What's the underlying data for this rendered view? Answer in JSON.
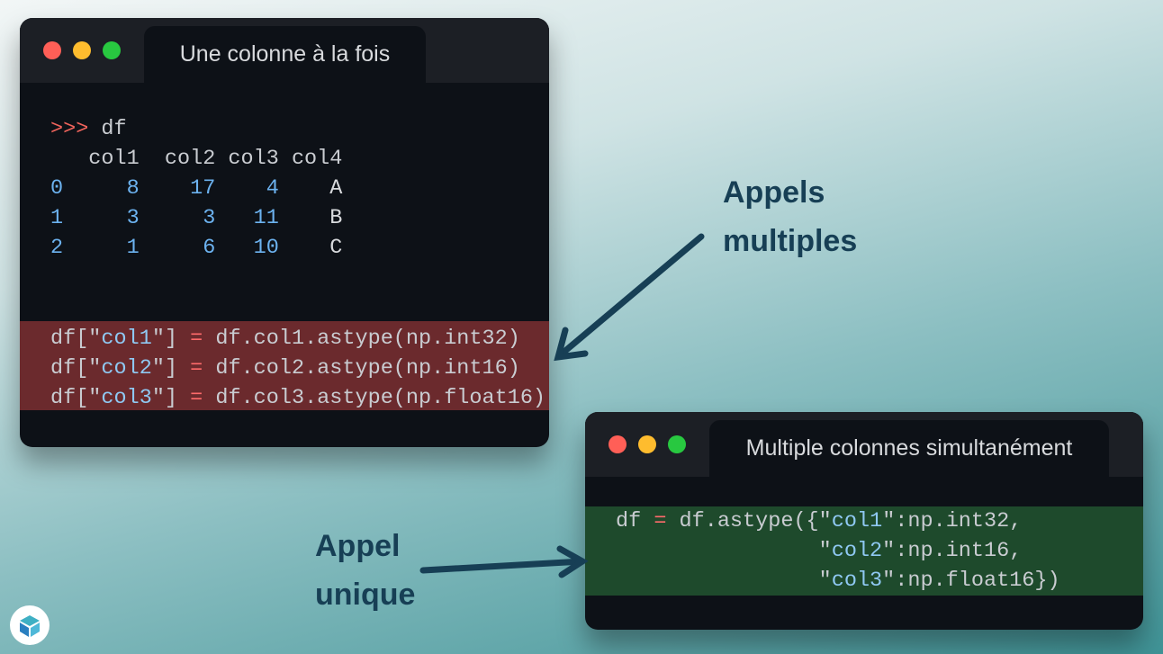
{
  "window1": {
    "title": "Une colonne à la fois",
    "prompt": ">>>",
    "command": "df",
    "table": {
      "header": "   col1  col2 col3 col4",
      "rows": [
        {
          "index": "0",
          "values": "     8    17    4    A"
        },
        {
          "index": "1",
          "values": "     3     3   11    B"
        },
        {
          "index": "2",
          "values": "     1     6   10    C"
        }
      ]
    },
    "code_lines": [
      [
        {
          "t": "df[\"",
          "c": "#c9ccd1"
        },
        {
          "t": "col1",
          "c": "#8fc8f2"
        },
        {
          "t": "\"] ",
          "c": "#c9ccd1"
        },
        {
          "t": "=",
          "c": "#ff6b6b"
        },
        {
          "t": " df.col1.astype(np.int32)",
          "c": "#c9ccd1"
        }
      ],
      [
        {
          "t": "df[\"",
          "c": "#c9ccd1"
        },
        {
          "t": "col2",
          "c": "#8fc8f2"
        },
        {
          "t": "\"] ",
          "c": "#c9ccd1"
        },
        {
          "t": "=",
          "c": "#ff6b6b"
        },
        {
          "t": " df.col2.astype(np.int16)",
          "c": "#c9ccd1"
        }
      ],
      [
        {
          "t": "df[\"",
          "c": "#c9ccd1"
        },
        {
          "t": "col3",
          "c": "#8fc8f2"
        },
        {
          "t": "\"] ",
          "c": "#c9ccd1"
        },
        {
          "t": "=",
          "c": "#ff6b6b"
        },
        {
          "t": " df.col3.astype(np.float16)",
          "c": "#c9ccd1"
        }
      ]
    ],
    "highlight_color": "#6b2a2d"
  },
  "window2": {
    "title": "Multiple colonnes simultanément",
    "code_lines": [
      [
        {
          "t": "df ",
          "c": "#c9ccd1"
        },
        {
          "t": "=",
          "c": "#ff6b6b"
        },
        {
          "t": " df.astype({\"",
          "c": "#c9ccd1"
        },
        {
          "t": "col1",
          "c": "#8fc8f2"
        },
        {
          "t": "\":np.int32,",
          "c": "#c9ccd1"
        }
      ],
      [
        {
          "t": "                \"",
          "c": "#c9ccd1"
        },
        {
          "t": "col2",
          "c": "#8fc8f2"
        },
        {
          "t": "\":np.int16,",
          "c": "#c9ccd1"
        }
      ],
      [
        {
          "t": "                \"",
          "c": "#c9ccd1"
        },
        {
          "t": "col3",
          "c": "#8fc8f2"
        },
        {
          "t": "\":np.float16})",
          "c": "#c9ccd1"
        }
      ]
    ],
    "highlight_color": "#1e4a2c"
  },
  "labels": {
    "multiple": [
      "Appels",
      "multiples"
    ],
    "single": [
      "Appel",
      "unique"
    ]
  },
  "colors": {
    "accent": "#173f55",
    "prompt": "#f0645c",
    "number": "#6cb2ef",
    "close": "#ff5f57",
    "minimize": "#febc2e",
    "maximize": "#28c840"
  }
}
